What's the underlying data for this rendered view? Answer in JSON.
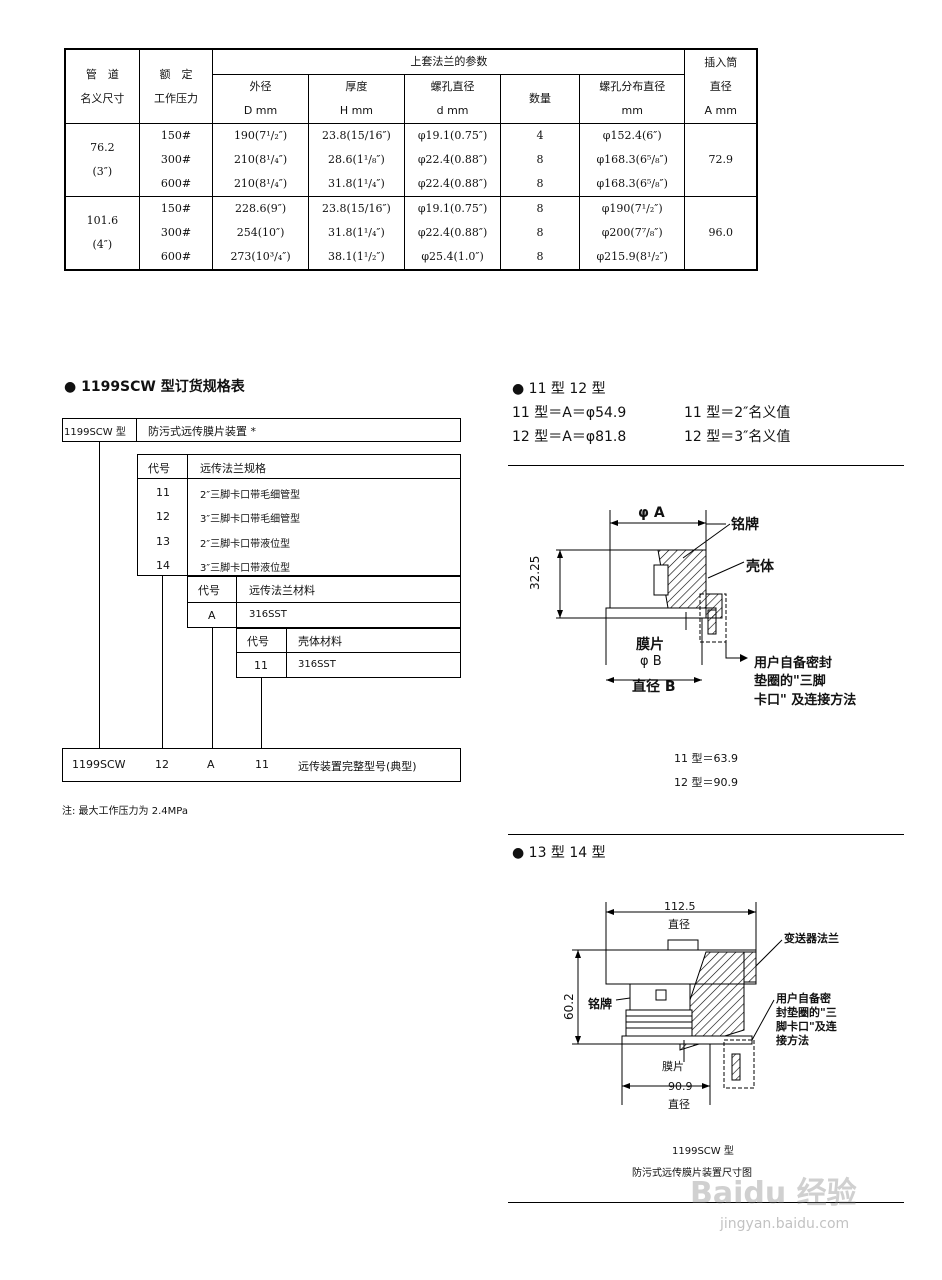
{
  "spec_table": {
    "headers": {
      "pipe_size": [
        "管　道",
        "名义尺寸"
      ],
      "rated": [
        "额　定",
        "工作压力"
      ],
      "top_flange": "上套法兰的参数",
      "od": [
        "外径",
        "D  mm"
      ],
      "thickness": [
        "厚度",
        "H  mm"
      ],
      "bolt_dia": [
        "螺孔直径",
        "d  mm"
      ],
      "qty": "数量",
      "bolt_circle": [
        "螺孔分布直径",
        "mm"
      ],
      "insert": [
        "插入筒",
        "直径",
        "A  mm"
      ]
    },
    "groups": [
      {
        "size": [
          "76.2",
          "(3″)"
        ],
        "insert": "72.9",
        "rows": [
          {
            "pressure": "150#",
            "od": "190(7¹/₂″)",
            "h": "23.8(15/16″)",
            "d": "φ19.1(0.75″)",
            "qty": "4",
            "bc": "φ152.4(6″)"
          },
          {
            "pressure": "300#",
            "od": "210(8¹/₄″)",
            "h": "28.6(1¹/₈″)",
            "d": "φ22.4(0.88″)",
            "qty": "8",
            "bc": "φ168.3(6⁵/₈″)"
          },
          {
            "pressure": "600#",
            "od": "210(8¹/₄″)",
            "h": "31.8(1¹/₄″)",
            "d": "φ22.4(0.88″)",
            "qty": "8",
            "bc": "φ168.3(6⁵/₈″)"
          }
        ]
      },
      {
        "size": [
          "101.6",
          "(4″)"
        ],
        "insert": "96.0",
        "rows": [
          {
            "pressure": "150#",
            "od": "228.6(9″)",
            "h": "23.8(15/16″)",
            "d": "φ19.1(0.75″)",
            "qty": "8",
            "bc": "φ190(7¹/₂″)"
          },
          {
            "pressure": "300#",
            "od": "254(10″)",
            "h": "31.8(1¹/₄″)",
            "d": "φ22.4(0.88″)",
            "qty": "8",
            "bc": "φ200(7⁷/₈″)"
          },
          {
            "pressure": "600#",
            "od": "273(10³/₄″)",
            "h": "38.1(1¹/₂″)",
            "d": "φ25.4(1.0″)",
            "qty": "8",
            "bc": "φ215.9(8¹/₂″)"
          }
        ]
      }
    ]
  },
  "order": {
    "section_title": "● 1199SCW 型订货规格表",
    "model": "1199SCW 型",
    "model_desc": "防污式远传膜片装置 *",
    "flange_spec": {
      "code": "代号",
      "label": "远传法兰规格",
      "items": [
        {
          "code": "11",
          "desc": "2″三脚卡口带毛细管型"
        },
        {
          "code": "12",
          "desc": "3″三脚卡口带毛细管型"
        },
        {
          "code": "13",
          "desc": "2″三脚卡口带液位型"
        },
        {
          "code": "14",
          "desc": "3″三脚卡口带液位型"
        }
      ]
    },
    "flange_material": {
      "code": "代号",
      "label": "远传法兰材料",
      "item_code": "A",
      "item_desc": "316SST"
    },
    "body_material": {
      "code": "代号",
      "label": "壳体材料",
      "item_code": "11",
      "item_desc": "316SST"
    },
    "example": {
      "model": "1199SCW",
      "c1": "12",
      "c2": "A",
      "c3": "11",
      "desc": "远传装置完整型号(典型)"
    },
    "note": "注: 最大工作压力为 2.4MPa"
  },
  "type1112": {
    "title": "● 11 型 12 型",
    "lines": [
      {
        "left": "11 型＝A＝φ54.9",
        "right": "11 型＝2″名义值"
      },
      {
        "left": "12 型＝A＝φ81.8",
        "right": "12 型＝3″名义值"
      }
    ],
    "labels": {
      "phiA": "φ A",
      "nameplate": "铭牌",
      "shell": "壳体",
      "height": "32.25",
      "diaphragm": "膜片",
      "phiB": "φ B",
      "diaB": "直径 B",
      "note1": "用户自备密封",
      "note2": "垫圈的\"三脚",
      "note3": "卡口\" 及连接方法"
    },
    "dims": [
      "11 型＝63.9",
      "12 型＝90.9"
    ]
  },
  "type1314": {
    "title": "● 13 型 14 型",
    "labels": {
      "top_dim": "112.5",
      "top_dia": "直径",
      "transmitter_flange": "变送器法兰",
      "height": "60.2",
      "nameplate": "铭牌",
      "note1": "用户自备密",
      "note2": "封垫圈的\"三",
      "note3": "脚卡口\"及连",
      "note4": "接方法",
      "diaphragm": "膜片",
      "bottom_dim": "90.9",
      "bottom_dia": "直径"
    },
    "caption": [
      "1199SCW 型",
      "防污式远传膜片装置尺寸图"
    ]
  },
  "watermark": {
    "brand": "Baidu 经验",
    "url": "jingyan.baidu.com"
  }
}
